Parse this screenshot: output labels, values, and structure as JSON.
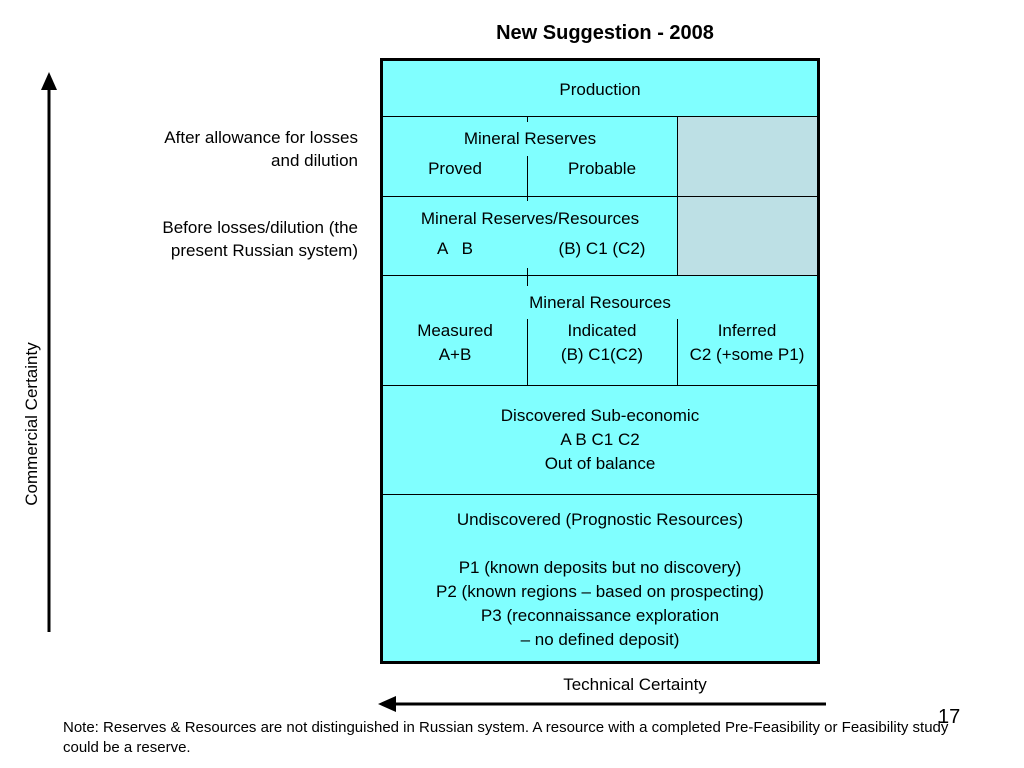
{
  "title": "New Suggestion - 2008",
  "labels": {
    "after_losses": "After allowance for losses\nand dilution",
    "before_losses": "Before losses/dilution (the\npresent Russian system)",
    "commercial_certainty": "Commercial Certainty",
    "technical_certainty": "Technical Certainty"
  },
  "box": {
    "production": "Production",
    "mineral_reserves": {
      "title": "Mineral Reserves",
      "proved": "Proved",
      "probable": "Probable"
    },
    "reserves_resources": {
      "title": "Mineral Reserves/Resources",
      "left": "A   B",
      "right": "(B) C1 (C2)"
    },
    "mineral_resources": {
      "title": "Mineral Resources",
      "measured": "Measured\nA+B",
      "indicated": "Indicated\n(B) C1(C2)",
      "inferred": "Inferred\nC2 (+some P1)"
    },
    "sub_economic": "Discovered Sub-economic\nA  B  C1  C2\nOut of balance",
    "undiscovered": "Undiscovered (Prognostic Resources)\n\nP1 (known deposits but no discovery)\nP2 (known regions – based on prospecting)\nP3 (reconnaissance exploration\n– no defined deposit)"
  },
  "note": "Note: Reserves & Resources are not distinguished in Russian system. A resource with a completed Pre-Feasibility or Feasibility study could be a reserve.",
  "page_number": "17",
  "colors": {
    "cyan": "#80ffff",
    "gray": "#bde0e5",
    "line": "#000000"
  }
}
